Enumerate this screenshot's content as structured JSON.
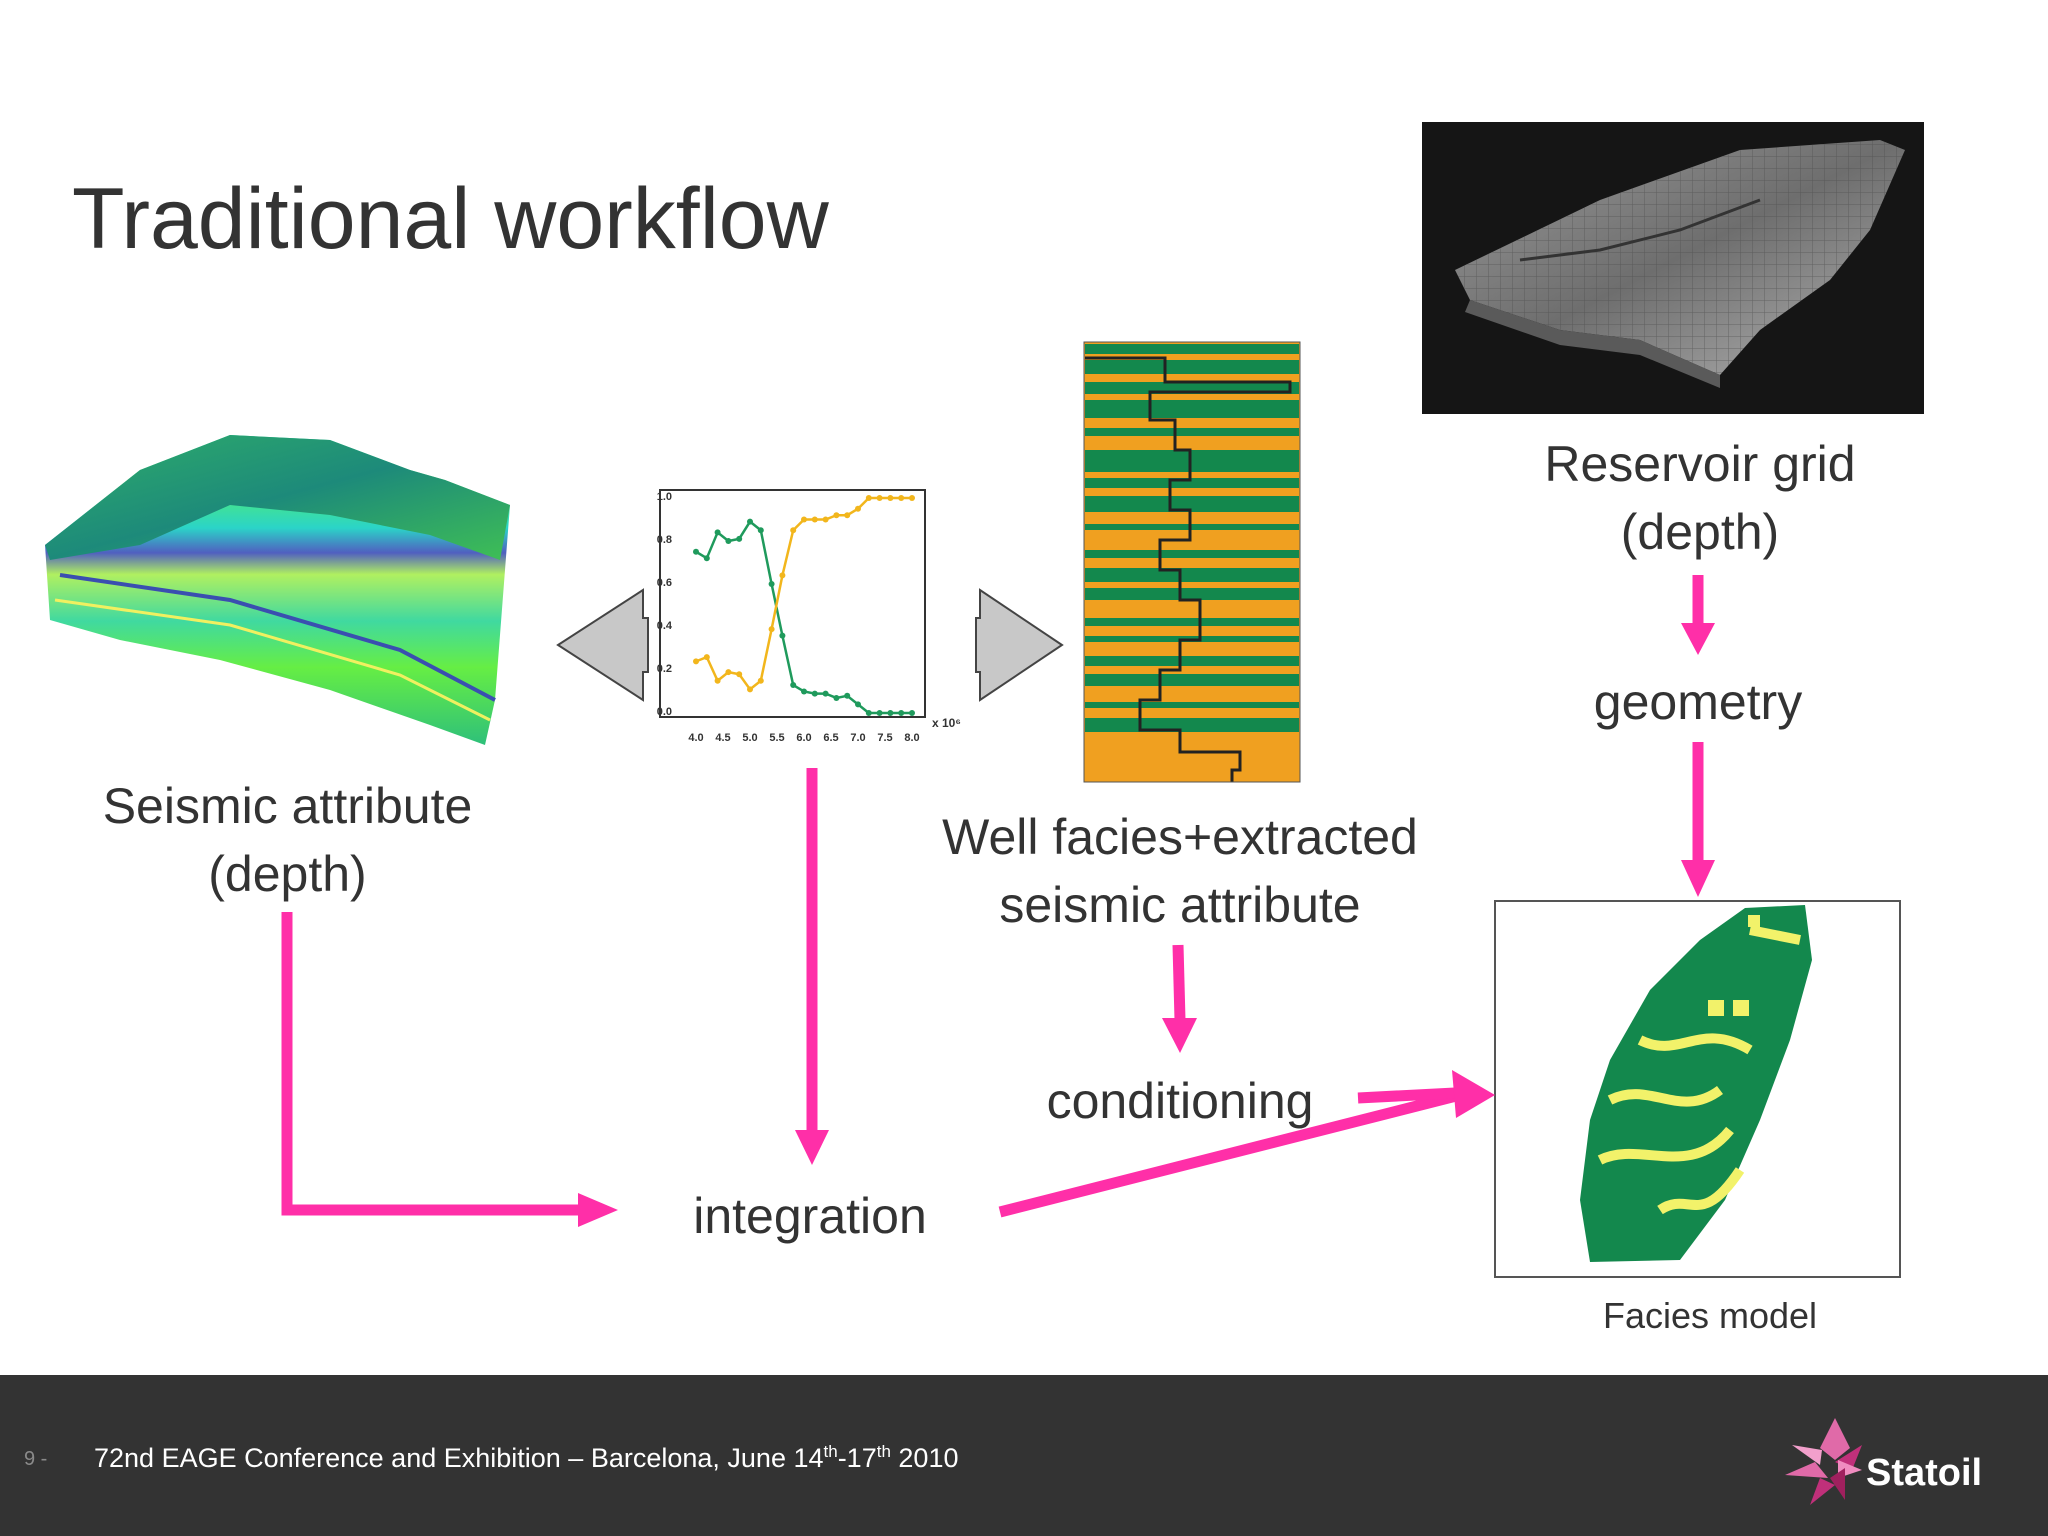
{
  "slide": {
    "title": "Traditional workflow",
    "page_number": "9 -"
  },
  "labels": {
    "seismic_line1": "Seismic attribute",
    "seismic_line2": "(depth)",
    "well_line1": "Well facies+extracted",
    "well_line2": "seismic attribute",
    "grid_line1": "Reservoir grid",
    "grid_line2": "(depth)",
    "geometry": "geometry",
    "conditioning": "conditioning",
    "integration": "integration",
    "facies_model": "Facies model"
  },
  "plot": {
    "y_ticks": [
      "1.0",
      "0.8",
      "0.6",
      "0.4",
      "0.2",
      "0.0"
    ],
    "x_ticks": [
      "4.0",
      "4.5",
      "5.0",
      "5.5",
      "6.0",
      "6.5",
      "7.0",
      "7.5",
      "8.0"
    ],
    "x_multiplier": "x 10⁶"
  },
  "footer": {
    "conf_main": "72nd EAGE Conference and Exhibition – Barcelona, June 14",
    "sup1": "th",
    "mid": "-17",
    "sup2": "th",
    "tail": " 2010",
    "logo_text": "Statoil"
  },
  "colors": {
    "arrow": "#ff2fa8",
    "green_series": "#1f9a5c",
    "yellow_series": "#f2b61c",
    "footer_bg": "#333333"
  }
}
